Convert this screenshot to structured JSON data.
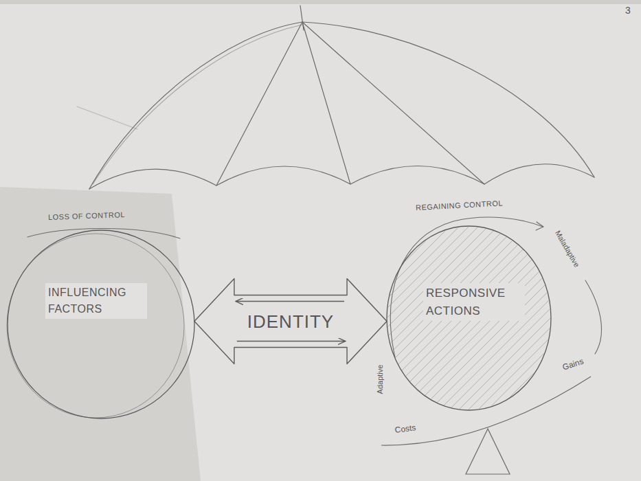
{
  "diagram": {
    "nodes": [
      {
        "text": [
          "LOSS OF CONTROL",
          "INFLUENCING FACTORS"
        ]
      },
      {
        "text": [
          "REGAINING CONTROL",
          "RESPONSIVE ACTIONS"
        ]
      }
    ],
    "edges": [
      {
        "from": 0,
        "to": 1,
        "arrow": "both",
        "label": "IDENTITY"
      },
      {
        "from": 1,
        "to": 0,
        "arrow": "to"
      },
      {
        "from": 0,
        "to": 1,
        "arrow": "to"
      }
    ],
    "labels": [
      "3",
      "Maladaptive",
      "Adaptive",
      "Costs",
      "Gains"
    ]
  }
}
